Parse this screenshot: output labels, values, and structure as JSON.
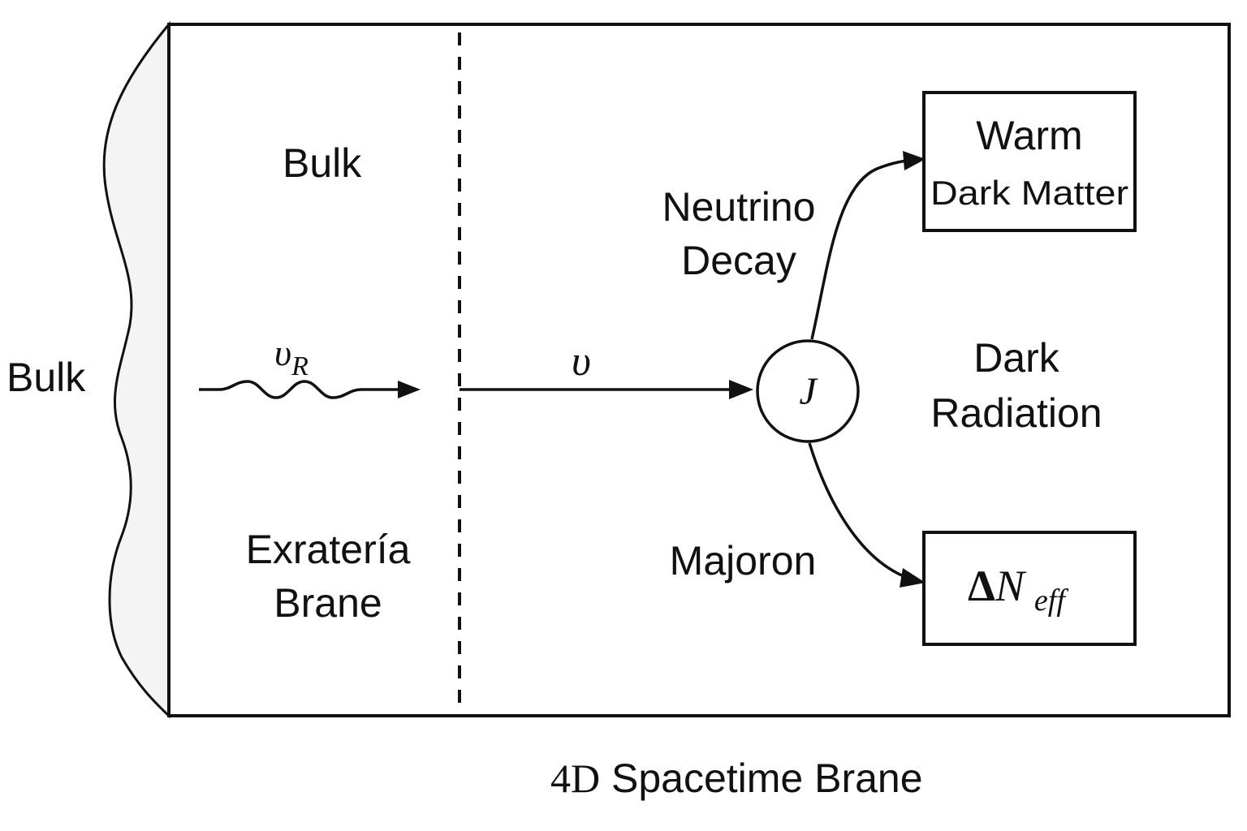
{
  "labels": {
    "outer_bulk": "Bulk",
    "inner_bulk": "Bulk",
    "extra_brane_line1": "Exratería",
    "extra_brane_line2": "Brane",
    "neutrino_decay_line1": "Neutrino",
    "neutrino_decay_line2": "Decay",
    "majoron": "Majoron",
    "dark_radiation_line1": "Dark",
    "dark_radiation_line2": "Radiation",
    "caption_prefix": "4D",
    "caption_rest": " Spacetime Brane"
  },
  "symbols": {
    "nu_r_main": "υ",
    "nu_r_sub": "R",
    "nu": "υ",
    "majoron_node": "J"
  },
  "boxes": {
    "warm_dm_line1": "Warm",
    "warm_dm_line2": "Dark Matter",
    "delta_symbol": "Δ",
    "delta_n": "N",
    "delta_sub": "eff"
  },
  "colors": {
    "stroke": "#111111",
    "bulk_fill": "#f4f4f4",
    "background": "#ffffff"
  }
}
